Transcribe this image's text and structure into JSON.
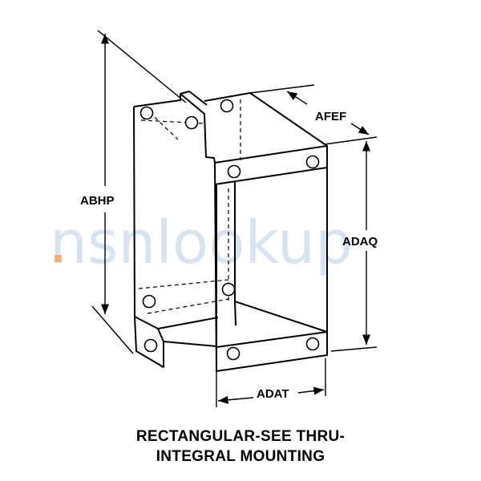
{
  "diagram": {
    "dimension_labels": {
      "abhp": "ABHP",
      "afef": "AFEF",
      "adaq": "ADAQ",
      "adat": "ADAT"
    },
    "caption": {
      "line1": "RECTANGULAR-SEE THRU-",
      "line2": "INTEGRAL MOUNTING"
    },
    "watermark": "nsnlookup"
  }
}
